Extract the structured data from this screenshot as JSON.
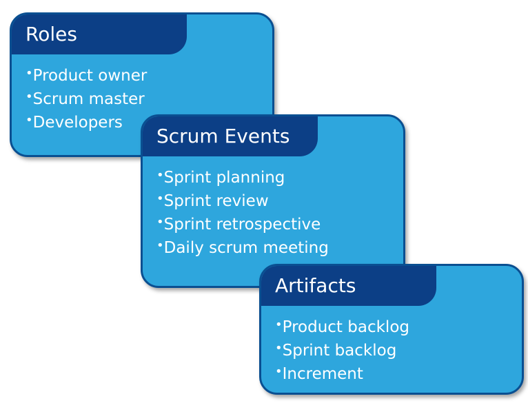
{
  "roles": {
    "title": "Roles",
    "items": [
      "Product owner",
      "Scrum master",
      "Developers"
    ]
  },
  "events": {
    "title": "Scrum Events",
    "items": [
      "Sprint planning",
      "Sprint review",
      "Sprint retrospective",
      "Daily scrum meeting"
    ]
  },
  "artifacts": {
    "title": "Artifacts",
    "items": [
      "Product backlog",
      "Sprint backlog",
      "Increment"
    ]
  },
  "bullet": "•",
  "colors": {
    "card_fill": "#2ea6dd",
    "card_border": "#0a4f91",
    "header_fill": "#0c3f86",
    "text": "#ffffff"
  }
}
